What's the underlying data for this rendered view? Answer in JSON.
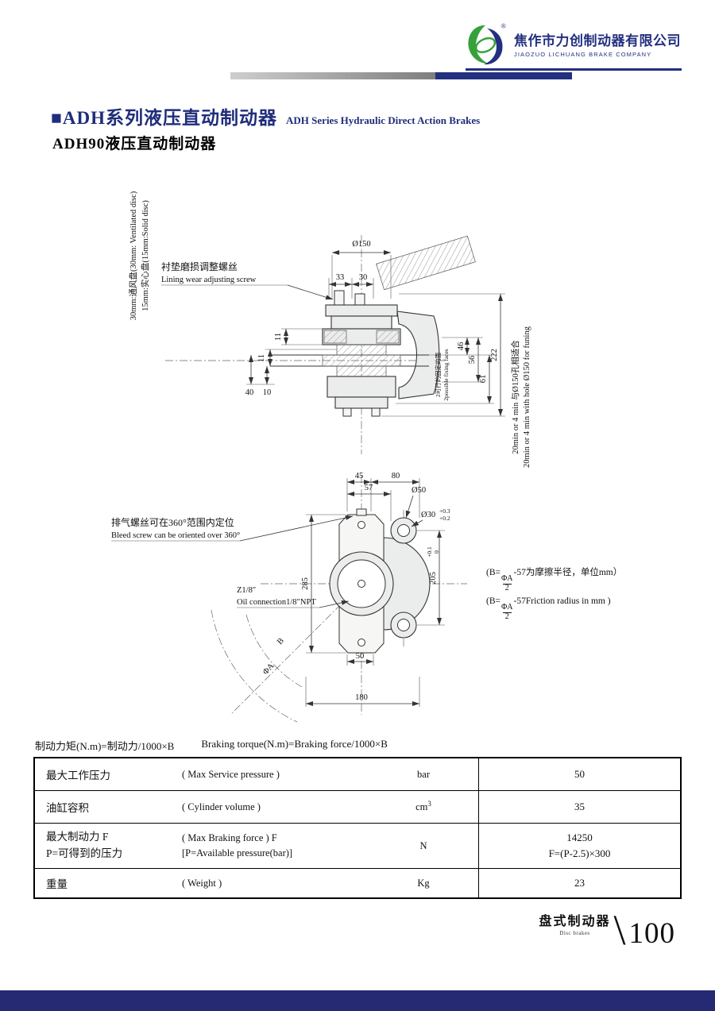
{
  "header": {
    "company_cn": "焦作市力创制动器有限公司",
    "company_en": "JIAOZUO LICHUANG BRAKE COMPANY",
    "reg_mark": "®"
  },
  "title": {
    "marker": "■",
    "cn": "ADH系列液压直动制动器",
    "en": "ADH Series Hydraulic Direct Action Brakes",
    "model": "ADH90液压直动制动器"
  },
  "drawing": {
    "side": {
      "dim_phi150": "Ø150",
      "dim_33": "33",
      "dim_30": "30",
      "wear_cn": "衬垫磨损调整螺丝",
      "wear_en": "Lining wear adjusting screw",
      "disc_note_line1": "30mm:通风盘(30mm: Ventilated disc)",
      "disc_note_line2": "15mm:实心盘(15mm:Solid disc)",
      "dim_11a": "11",
      "dim_11b": "11",
      "dim_40": "40",
      "dim_10": "10",
      "dim_46": "46",
      "dim_56": "56",
      "dim_61": "61",
      "dim_222": "222",
      "fixing_cn": "2可行的固定的面",
      "fixing_en": "2possible fixing faces",
      "hole_note_cn": "20min or 4 min 与Ø150孔相适合",
      "hole_note_en": "20min or 4 min with hole Ø150 for funing"
    },
    "front": {
      "dim_45": "45",
      "dim_80": "80",
      "dim_57": "57",
      "dim_phi50": "Ø50",
      "dim_phi30": "Ø30",
      "tol_30_hi": "+0.3",
      "tol_30_lo": "+0.2",
      "bleed_cn": "排气螺丝可在360°范围内定位",
      "bleed_en": "Bleed screw can be oriented over 360°",
      "dim_285": "285",
      "dim_205": "205",
      "tol_205_hi": "+0.1",
      "tol_205_lo": "0",
      "oil_cn": "Z1/8″",
      "oil_en": "Oil connection1/8″NPT",
      "label_b": "B",
      "label_phia": "ΦA",
      "dim_50": "50",
      "dim_180": "180"
    },
    "notes": {
      "prefix": "(B=",
      "frac_num": "ΦA",
      "frac_den": "2",
      "suffix_cn": "-57为摩擦半径，单位mm）",
      "suffix_en": "-57Friction radius in mm )"
    }
  },
  "formula": {
    "cn": "制动力矩(N.m)=制动力/1000×B",
    "en": "Braking torque(N.m)=Braking force/1000×B"
  },
  "table": {
    "rows": [
      {
        "cn": "最大工作压力",
        "en": "( Max Service pressure )",
        "unit": "bar",
        "unit_sup": "",
        "value": "50"
      },
      {
        "cn": "油缸容积",
        "en": "( Cylinder volume )",
        "unit": "cm",
        "unit_sup": "3",
        "value": "35"
      },
      {
        "cn": "最大制动力  F",
        "cn2": "P=可得到的压力",
        "en": "( Max Braking force ) F",
        "en2": "[P=Available pressure(bar)]",
        "unit": "N",
        "unit_sup": "",
        "value": "14250",
        "value2": "F=(P-2.5)×300"
      },
      {
        "cn": "重量",
        "en": "( Weight )",
        "unit": "Kg",
        "unit_sup": "",
        "value": "23"
      }
    ]
  },
  "footer": {
    "cn": "盘式制动器",
    "en": "Disc brakes",
    "slash": "\\",
    "page": "100"
  }
}
